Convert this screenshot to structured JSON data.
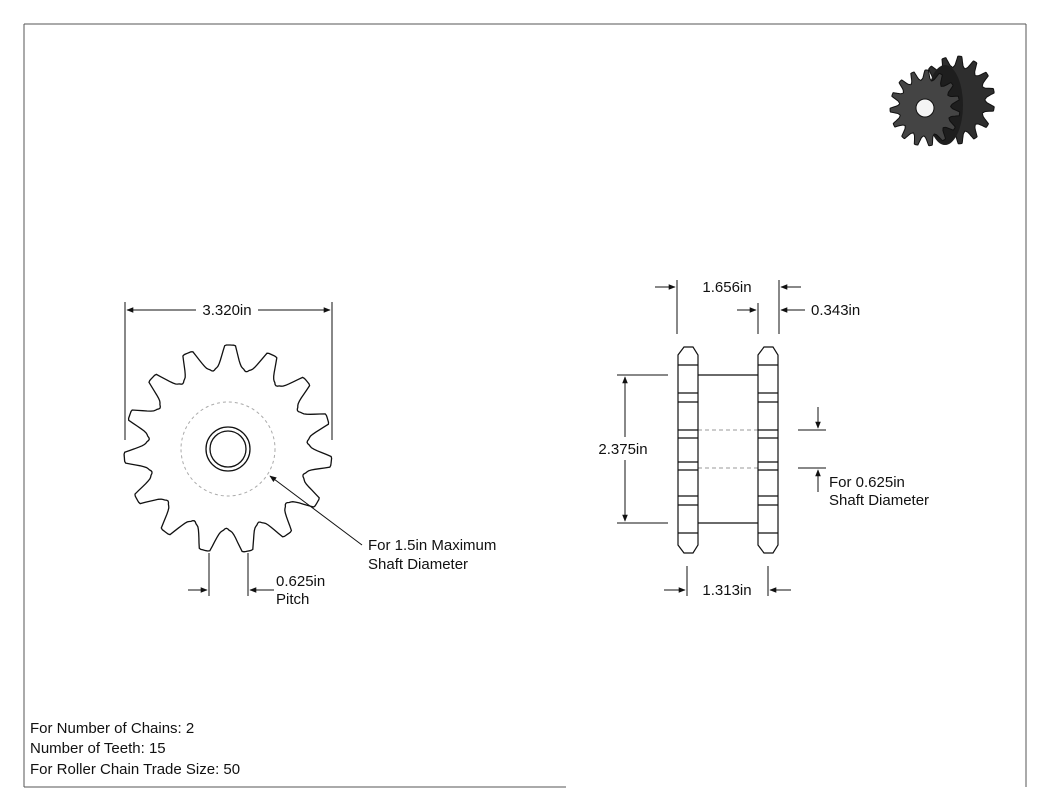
{
  "dimensions": {
    "outer_diameter": "3.320in",
    "pitch_value": "0.625in",
    "pitch_label": "Pitch",
    "max_bore_line1": "For 1.5in Maximum",
    "max_bore_line2": "Shaft Diameter",
    "overall_width": "1.656in",
    "tooth_width": "0.343in",
    "hub_diameter": "2.375in",
    "bore_line1": "For 0.625in",
    "bore_line2": "Shaft Diameter",
    "hub_spacing": "1.313in"
  },
  "specs": {
    "chains": "For Number of Chains: 2",
    "teeth": "Number of Teeth: 15",
    "chain_size": "For Roller Chain Trade Size: 50"
  },
  "colors": {
    "line": "#111111",
    "hidden": "#999999",
    "iso_fill": "#3a3a3a"
  }
}
